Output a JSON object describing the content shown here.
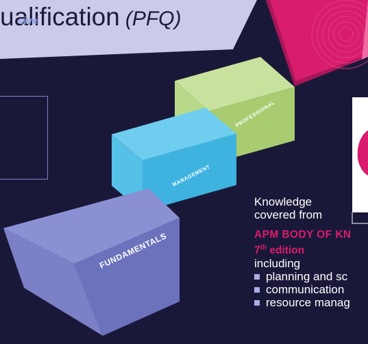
{
  "title": {
    "text": "ualification",
    "abbreviation": "(PFQ)"
  },
  "callout": {
    "text": "sive"
  },
  "steps": {
    "fundamentals": "FUNDAMENTALS",
    "management": "MANAGEMENT",
    "professional": "PROFESSIONAL"
  },
  "knowledge": {
    "line1": "Knowledge",
    "line2": "covered from",
    "apm": "APM BODY OF KN",
    "edition_num": "7",
    "edition_sup": "th",
    "edition_word": "edition",
    "including": "including",
    "items": [
      "planning and sc",
      "communication",
      "resource manag"
    ]
  },
  "colors": {
    "background": "#1a1838",
    "header_band": "#c9cbe8",
    "fundamentals": "#7b80c7",
    "management": "#55c0e8",
    "professional": "#b9d98a",
    "arrow": "#d81d6d",
    "accent": "#d81d6d"
  }
}
